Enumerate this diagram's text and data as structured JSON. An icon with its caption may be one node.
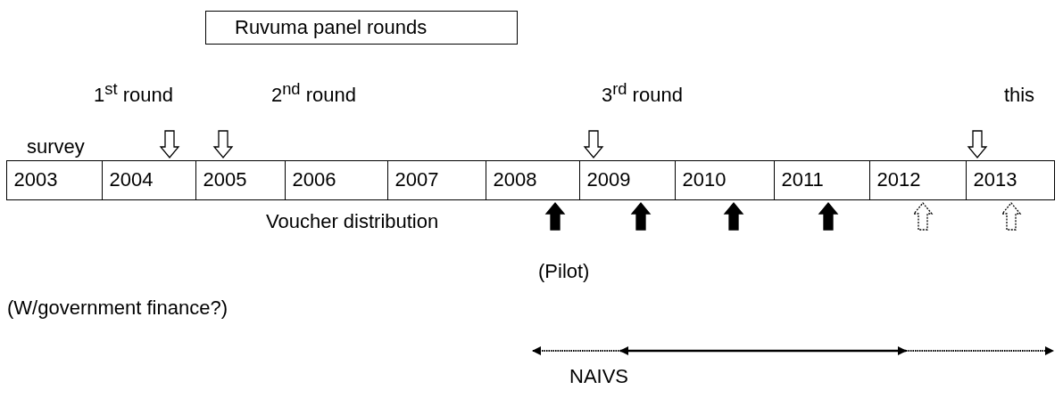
{
  "diagram": {
    "nodes": [
      {
        "text": [
          "Ruvuma panel rounds"
        ]
      },
      {
        "text": [
          "2003"
        ]
      },
      {
        "text": [
          "2004"
        ]
      },
      {
        "text": [
          "2005"
        ]
      },
      {
        "text": [
          "2006"
        ]
      },
      {
        "text": [
          "2007"
        ]
      },
      {
        "text": [
          "2008"
        ]
      },
      {
        "text": [
          "2009"
        ]
      },
      {
        "text": [
          "2010"
        ]
      },
      {
        "text": [
          "2011"
        ]
      },
      {
        "text": [
          "2012"
        ]
      },
      {
        "text": [
          "2013"
        ]
      }
    ],
    "edges": [
      {
        "from": null,
        "to": 2,
        "arrow": "to"
      },
      {
        "from": null,
        "to": 3,
        "arrow": "to"
      },
      {
        "from": null,
        "to": 7,
        "arrow": "to"
      },
      {
        "from": null,
        "to": 11,
        "arrow": "to"
      },
      {
        "from": null,
        "to": 6,
        "arrow": "to",
        "style": "thick"
      },
      {
        "from": null,
        "to": 7,
        "arrow": "to",
        "style": "thick"
      },
      {
        "from": null,
        "to": 8,
        "arrow": "to",
        "style": "thick"
      },
      {
        "from": null,
        "to": 9,
        "arrow": "to",
        "style": "thick"
      },
      {
        "from": null,
        "to": 10,
        "arrow": "to",
        "style": "dashed"
      },
      {
        "from": null,
        "to": 11,
        "arrow": "to",
        "style": "dashed"
      }
    ],
    "labels": [
      "1$^{st}$ round",
      "2$^{nd}$ round",
      "3$^{rd}$ round",
      "this survey",
      "Voucher distribution",
      "(Pilot)",
      "(W/government finance?)",
      "NAIVS"
    ]
  }
}
